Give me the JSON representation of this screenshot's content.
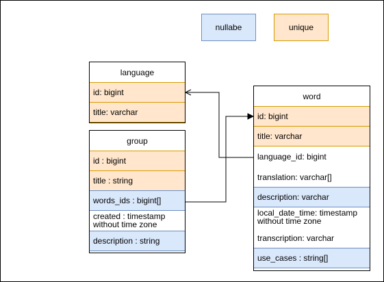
{
  "legend": {
    "nullable": "nullabe",
    "unique": "unique"
  },
  "colors": {
    "nullable_fill": "#dae8fc",
    "nullable_stroke": "#6c8ebf",
    "unique_fill": "#ffe6cc",
    "unique_stroke": "#d79b00"
  },
  "tables": {
    "language": {
      "name": "language",
      "fields": [
        {
          "text": "id: bigint",
          "style": "unique"
        },
        {
          "text": "title: varchar",
          "style": "unique"
        }
      ]
    },
    "group": {
      "name": "group",
      "fields": [
        {
          "text": "id : bigint",
          "style": "unique"
        },
        {
          "text": "title : string",
          "style": "unique"
        },
        {
          "text": "words_ids : bigint[]",
          "style": "nullable"
        },
        {
          "text": "created : timestamp\nwithout time zone",
          "style": "plain"
        },
        {
          "text": "description : string",
          "style": "nullable"
        }
      ]
    },
    "word": {
      "name": "word",
      "fields": [
        {
          "text": "id: bigint",
          "style": "unique"
        },
        {
          "text": "title: varchar",
          "style": "unique"
        },
        {
          "text": "language_id: bigint",
          "style": "plain"
        },
        {
          "text": "translation: varchar[]",
          "style": "plain"
        },
        {
          "text": "description: varchar",
          "style": "nullable"
        },
        {
          "text": "local_date_time: timestamp\nwithout time zone",
          "style": "plain"
        },
        {
          "text": "transcription: varchar",
          "style": "plain"
        },
        {
          "text": "use_cases : string[]",
          "style": "nullable"
        }
      ]
    }
  },
  "relations": [
    {
      "from": "word.language_id",
      "to": "language.id"
    },
    {
      "from": "group.words_ids",
      "to": "word.id"
    }
  ]
}
